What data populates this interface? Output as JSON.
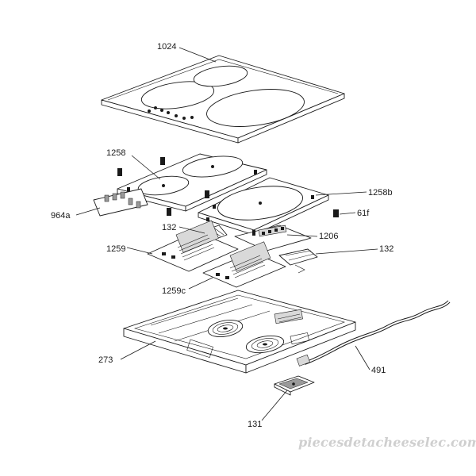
{
  "parts": [
    {
      "id": "glass-top",
      "label": "1024"
    },
    {
      "id": "small-heater-plate",
      "label": "1258"
    },
    {
      "id": "large-heater-plate",
      "label": "1258b"
    },
    {
      "id": "control-board",
      "label": "964a"
    },
    {
      "id": "spacer",
      "label": "61f"
    },
    {
      "id": "connector-left",
      "label": "132"
    },
    {
      "id": "connector-right",
      "label": "132"
    },
    {
      "id": "terminal-block",
      "label": "1206"
    },
    {
      "id": "power-board-front",
      "label": "1259"
    },
    {
      "id": "power-board-rear",
      "label": "1259c"
    },
    {
      "id": "base-tray",
      "label": "273"
    },
    {
      "id": "power-cord",
      "label": "491"
    },
    {
      "id": "cable-clamp",
      "label": "131"
    }
  ],
  "watermark": "piecesdetachees­elec.com",
  "colors": {
    "line": "#1a1a1a",
    "watermark": "#cfcfcf",
    "background": "#ffffff"
  }
}
